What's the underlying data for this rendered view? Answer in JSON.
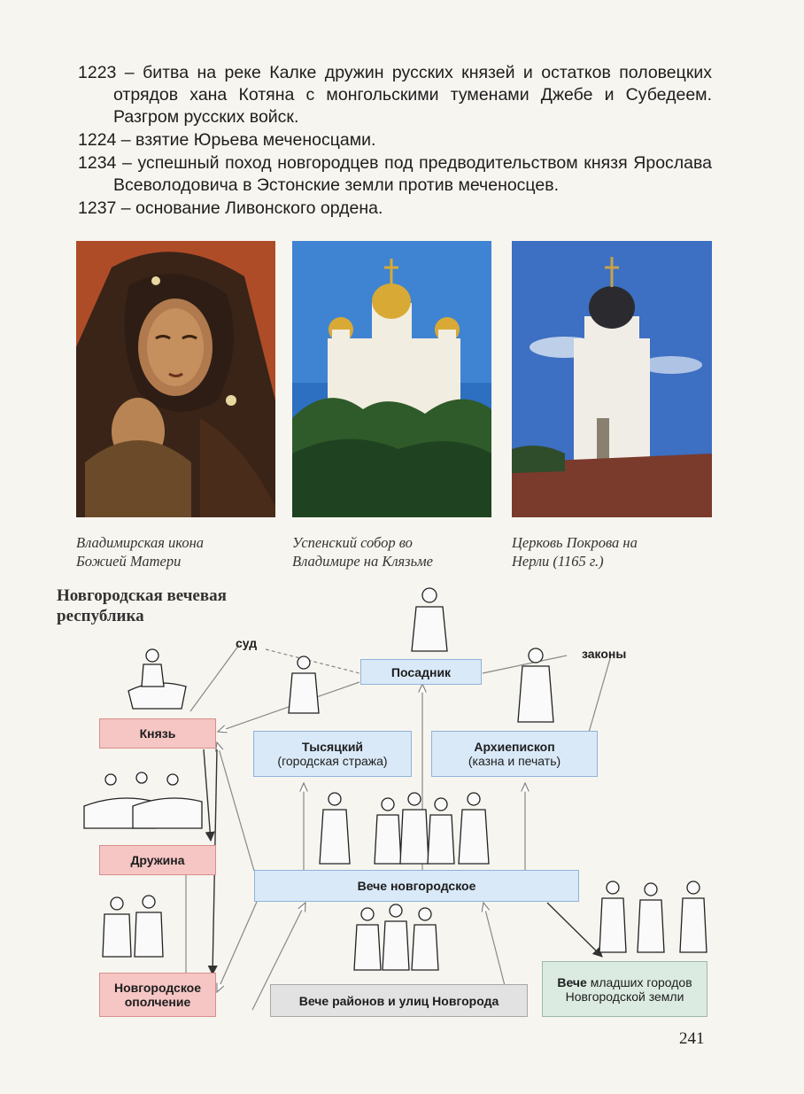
{
  "chronology": [
    {
      "text": "1223 – битва на реке Калке дружин русских князей и остатков половецких отрядов хана Котяна с монгольскими туменами Джебе и Субедеем. Разгром русских войск."
    },
    {
      "text": "1224 – взятие Юрьева меченосцами."
    },
    {
      "text": "1234 – успешный поход новгородцев под предводительством князя Ярослава Всеволодовича в Эстонские земли против меченосцев."
    },
    {
      "text": "1237 – основание Ливонского ордена."
    }
  ],
  "photos": [
    {
      "caption": "Владимирская икона\nБожией Матери"
    },
    {
      "caption": "Успенский собор во\nВладимире на Клязьме"
    },
    {
      "caption": "Церковь Покрова на\nНерли (1165 г.)"
    }
  ],
  "diagram": {
    "title": "Новгородская вечевая республика",
    "label_sud": "суд",
    "label_zakony": "законы",
    "posadnik": "Посадник",
    "knyaz": "Князь",
    "tysyatsky_title": "Тысяцкий",
    "tysyatsky_sub": "(городская стража)",
    "arkhiepiskop_title": "Архиепископ",
    "arkhiepiskop_sub": "(казна и печать)",
    "druzhina": "Дружина",
    "veche": "Вече новгородское",
    "opolchenie": "Новгородское ополчение",
    "veche_rayonov": "Вече районов и улиц Новгорода",
    "veche_mladshikh_bold": "Вече",
    "veche_mladshikh_rest": "младших городов Новгородской земли"
  },
  "page_number": "241",
  "colors": {
    "blue_box": "#d9e9f8",
    "pink_box": "#f5c6c4",
    "gray_box": "#e2e2e2",
    "green_box": "#dcebe2"
  }
}
